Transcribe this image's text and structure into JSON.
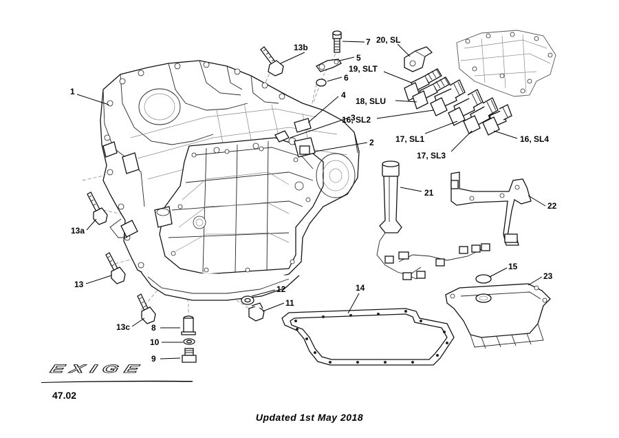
{
  "callouts": {
    "c1": "1",
    "c2": "2",
    "c3": "3",
    "c4": "4",
    "c5": "5",
    "c6": "6",
    "c7": "7",
    "c8": "8",
    "c9": "9",
    "c10": "10",
    "c11": "11",
    "c12": "12",
    "c13": "13",
    "c13a": "13a",
    "c13b": "13b",
    "c13c": "13c",
    "c14": "14",
    "c15": "15",
    "c16sl2": "16, SL2",
    "c16sl4": "16, SL4",
    "c17sl1": "17, SL1",
    "c17sl3": "17, SL3",
    "c18slu": "18, SLU",
    "c19slt": "19, SLT",
    "c20sl": "20, SL",
    "c21": "21",
    "c22": "22",
    "c23": "23"
  },
  "logo": "EXIGE",
  "page_number": "47.02",
  "footer": "Updated 1st May 2018"
}
